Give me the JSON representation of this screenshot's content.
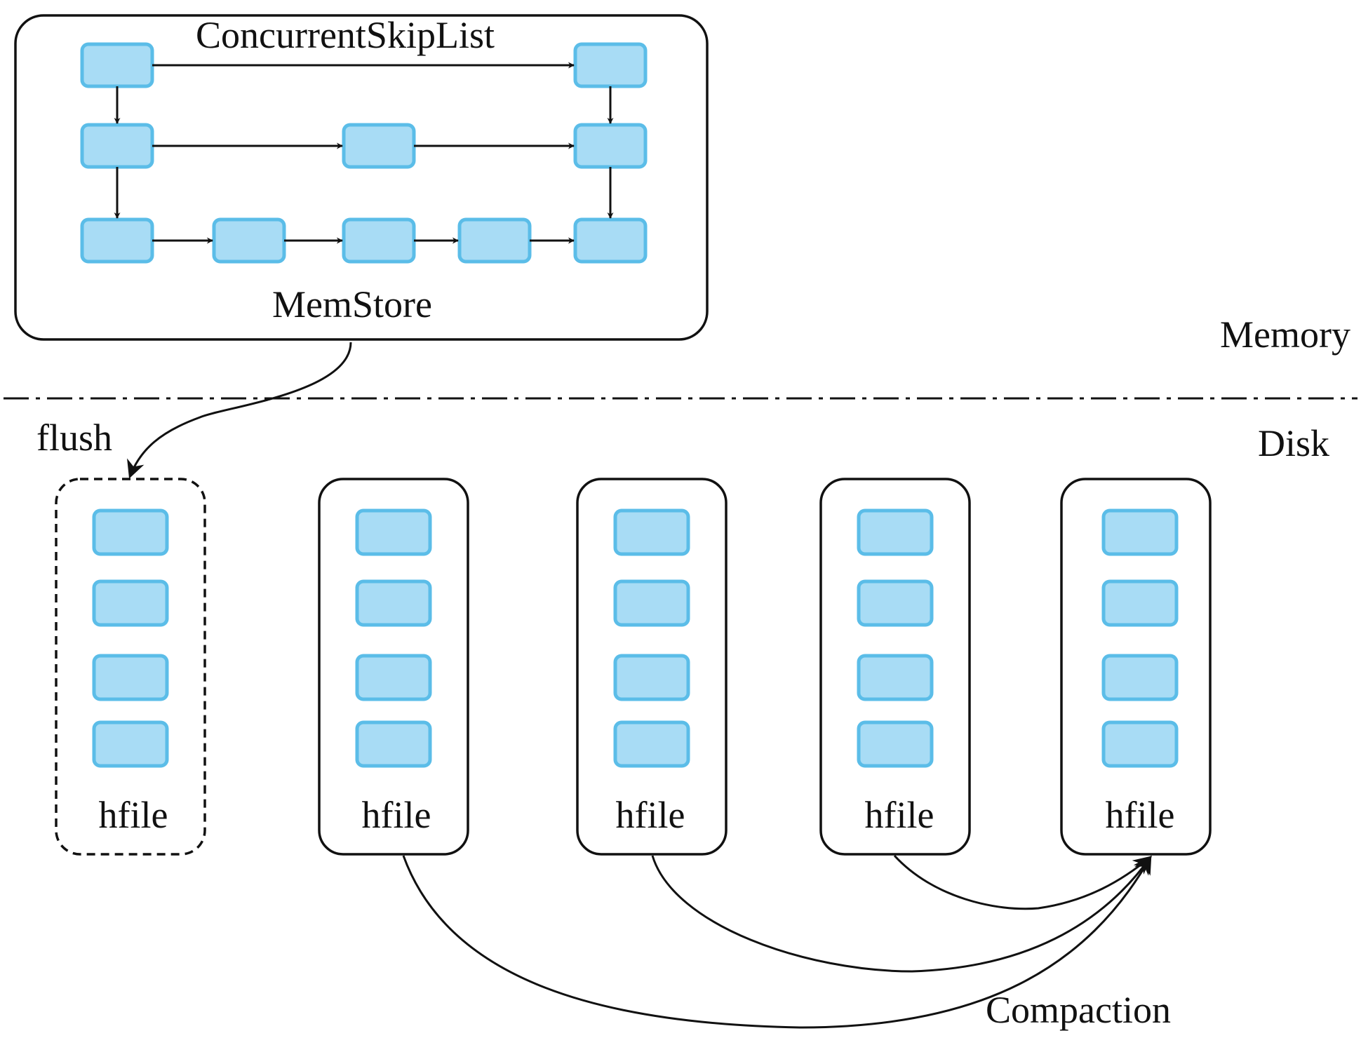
{
  "labels": {
    "skiplist": "ConcurrentSkipList",
    "memstore": "MemStore",
    "memory": "Memory",
    "disk": "Disk",
    "flush": "flush",
    "compaction": "Compaction",
    "hfile": "hfile"
  },
  "colors": {
    "node_fill": "#a8dcf5",
    "node_stroke": "#5bbde8",
    "line": "#111111"
  }
}
